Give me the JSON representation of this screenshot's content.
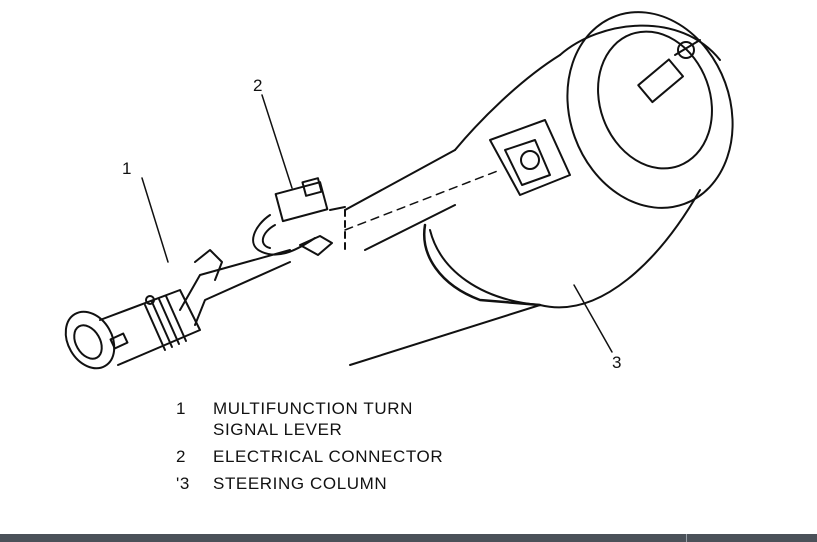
{
  "diagram": {
    "callouts": [
      "1",
      "2",
      "3"
    ],
    "legend": [
      {
        "number": "1",
        "lines": [
          "MULTIFUNCTION TURN",
          "SIGNAL LEVER"
        ]
      },
      {
        "number": "2",
        "lines": [
          "ELECTRICAL CONNECTOR"
        ]
      },
      {
        "number": "'3",
        "lines": [
          "STEERING COLUMN"
        ]
      }
    ]
  },
  "colors": {
    "ink": "#111111",
    "background": "#ffffff",
    "footer_bar": "#4b5159"
  }
}
